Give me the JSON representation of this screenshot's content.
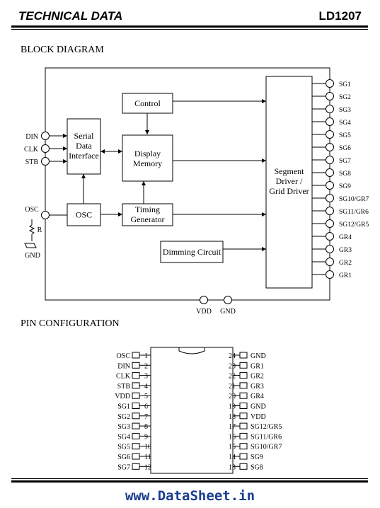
{
  "header": {
    "left": "TECHNICAL DATA",
    "right": "LD1207"
  },
  "sections": {
    "block": "BLOCK DIAGRAM",
    "pin": "PIN CONFIGURATION"
  },
  "block_diagram": {
    "blocks": {
      "control": [
        "Control"
      ],
      "serial": [
        "Serial",
        "Data",
        "Interface"
      ],
      "display": [
        "Display",
        "Memory"
      ],
      "osc": [
        "OSC"
      ],
      "timing": [
        "Timing",
        "Generator"
      ],
      "dimming": [
        "Dimming Circuit"
      ],
      "segment": [
        "Segment",
        "Driver /",
        "Grid Driver"
      ]
    },
    "left_pins": [
      "DIN",
      "CLK",
      "STB"
    ],
    "osc_pin": "OSC",
    "resistor": "R",
    "gnd_left": "GND",
    "right_pins": [
      "SG1",
      "SG2",
      "SG3",
      "SG4",
      "SG5",
      "SG6",
      "SG7",
      "SG8",
      "SG9",
      "SG10/GR7",
      "SG11/GR6",
      "SG12/GR5",
      "GR4",
      "GR3",
      "GR2",
      "GR1"
    ],
    "bottom_pins": [
      "VDD",
      "GND"
    ]
  },
  "pin_config": {
    "left": [
      {
        "num": "1",
        "name": "OSC"
      },
      {
        "num": "2",
        "name": "DIN"
      },
      {
        "num": "3",
        "name": "CLK"
      },
      {
        "num": "4",
        "name": "STB"
      },
      {
        "num": "5",
        "name": "VDD"
      },
      {
        "num": "6",
        "name": "SG1"
      },
      {
        "num": "7",
        "name": "SG2"
      },
      {
        "num": "8",
        "name": "SG3"
      },
      {
        "num": "9",
        "name": "SG4"
      },
      {
        "num": "10",
        "name": "SG5"
      },
      {
        "num": "11",
        "name": "SG6"
      },
      {
        "num": "12",
        "name": "SG7"
      }
    ],
    "right": [
      {
        "num": "24",
        "name": "GND"
      },
      {
        "num": "23",
        "name": "GR1"
      },
      {
        "num": "22",
        "name": "GR2"
      },
      {
        "num": "21",
        "name": "GR3"
      },
      {
        "num": "20",
        "name": "GR4"
      },
      {
        "num": "19",
        "name": "GND"
      },
      {
        "num": "18",
        "name": "VDD"
      },
      {
        "num": "17",
        "name": "SG12/GR5"
      },
      {
        "num": "16",
        "name": "SG11/GR6"
      },
      {
        "num": "15",
        "name": "SG10/GR7"
      },
      {
        "num": "14",
        "name": "SG9"
      },
      {
        "num": "13",
        "name": "SG8"
      }
    ]
  },
  "footer": "www.DataSheet.in"
}
